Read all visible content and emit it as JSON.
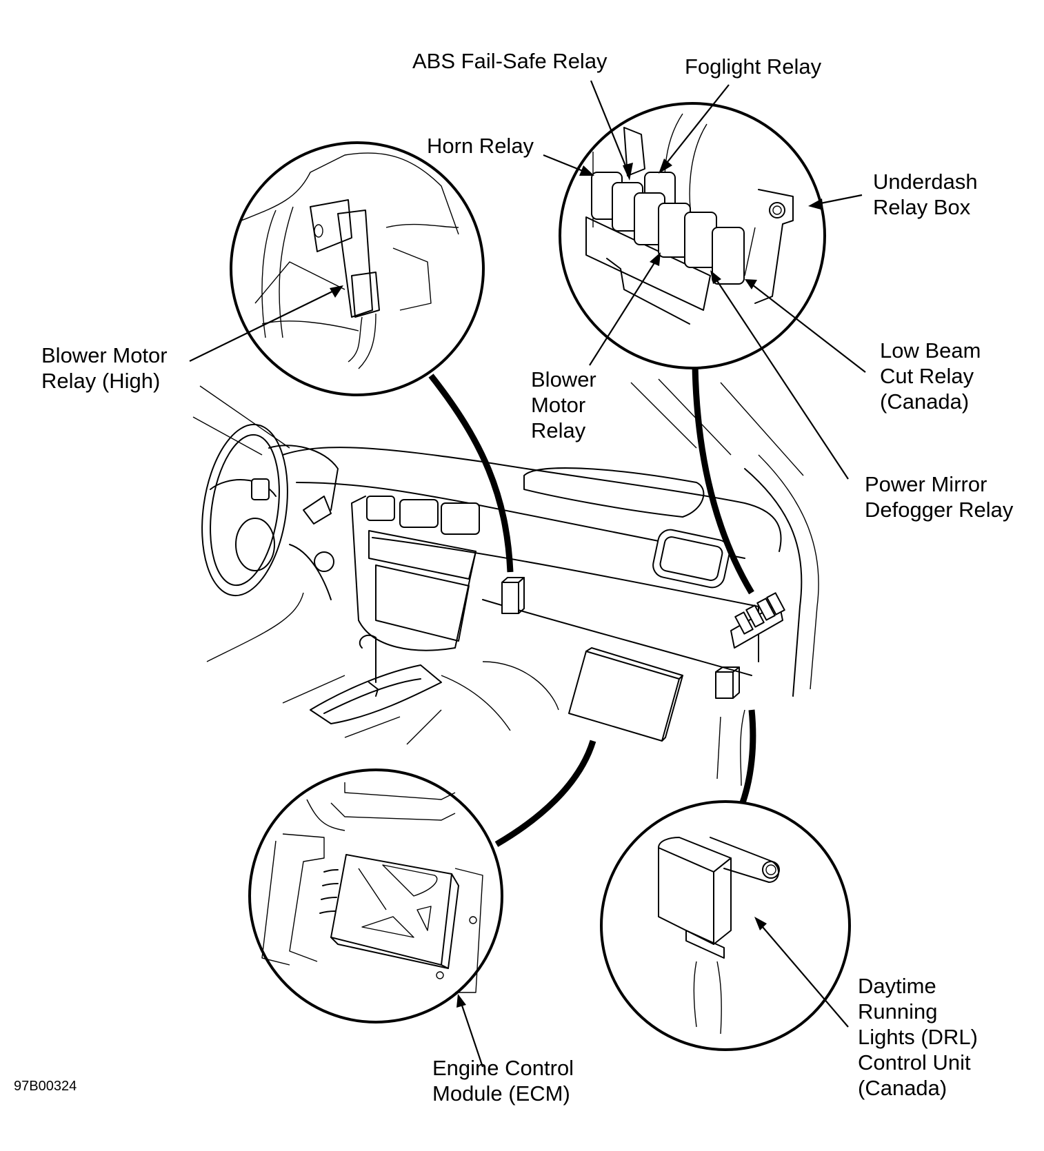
{
  "figure": {
    "id": "97B00324",
    "title": "Underdash relay and control unit locations"
  },
  "labels": {
    "abs_fail_safe_relay": [
      "ABS Fail-Safe Relay"
    ],
    "foglight_relay": [
      "Foglight Relay"
    ],
    "horn_relay": [
      "Horn Relay"
    ],
    "underdash_relay_box": [
      "Underdash",
      "Relay Box"
    ],
    "blower_motor_relay_high": [
      "Blower Motor",
      "Relay (High)"
    ],
    "blower_motor_relay": [
      "Blower",
      "Motor",
      "Relay"
    ],
    "low_beam_cut_relay": [
      "Low Beam",
      "Cut Relay",
      "(Canada)"
    ],
    "power_mirror_defogger_relay": [
      "Power Mirror",
      "Defogger Relay"
    ],
    "engine_control_module": [
      "Engine Control",
      "Module (ECM)"
    ],
    "drl_control_unit": [
      "Daytime",
      "Running",
      "Lights (DRL)",
      "Control Unit",
      "(Canada)"
    ]
  },
  "detail_views": [
    {
      "name": "blower-motor-relay-detail",
      "shows": "Blower Motor Relay (High)"
    },
    {
      "name": "underdash-relay-box-detail",
      "shows": "Underdash Relay Box"
    },
    {
      "name": "ecm-detail",
      "shows": "Engine Control Module (ECM)"
    },
    {
      "name": "drl-control-unit-detail",
      "shows": "Daytime Running Lights (DRL) Control Unit (Canada)"
    }
  ]
}
